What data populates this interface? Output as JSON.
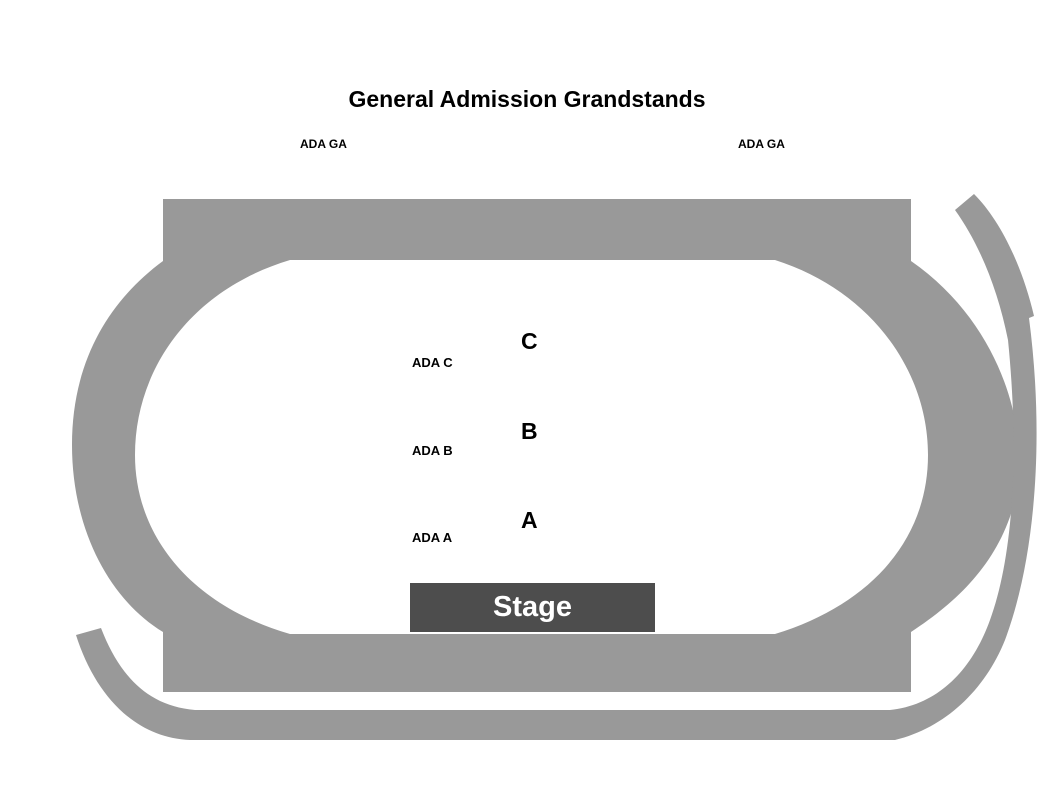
{
  "title": "General Admission Grandstands",
  "ada_labels": {
    "ga_left": "ADA GA",
    "ga_right": "ADA GA",
    "c": "ADA C",
    "b": "ADA B",
    "a": "ADA A"
  },
  "sections": {
    "c": "C",
    "b": "B",
    "a": "A"
  },
  "stage": {
    "label": "Stage"
  },
  "colors": {
    "venue_fill": "#999999",
    "stage_fill": "#4d4d4d",
    "background": "#ffffff",
    "text": "#000000",
    "stage_text": "#ffffff"
  }
}
